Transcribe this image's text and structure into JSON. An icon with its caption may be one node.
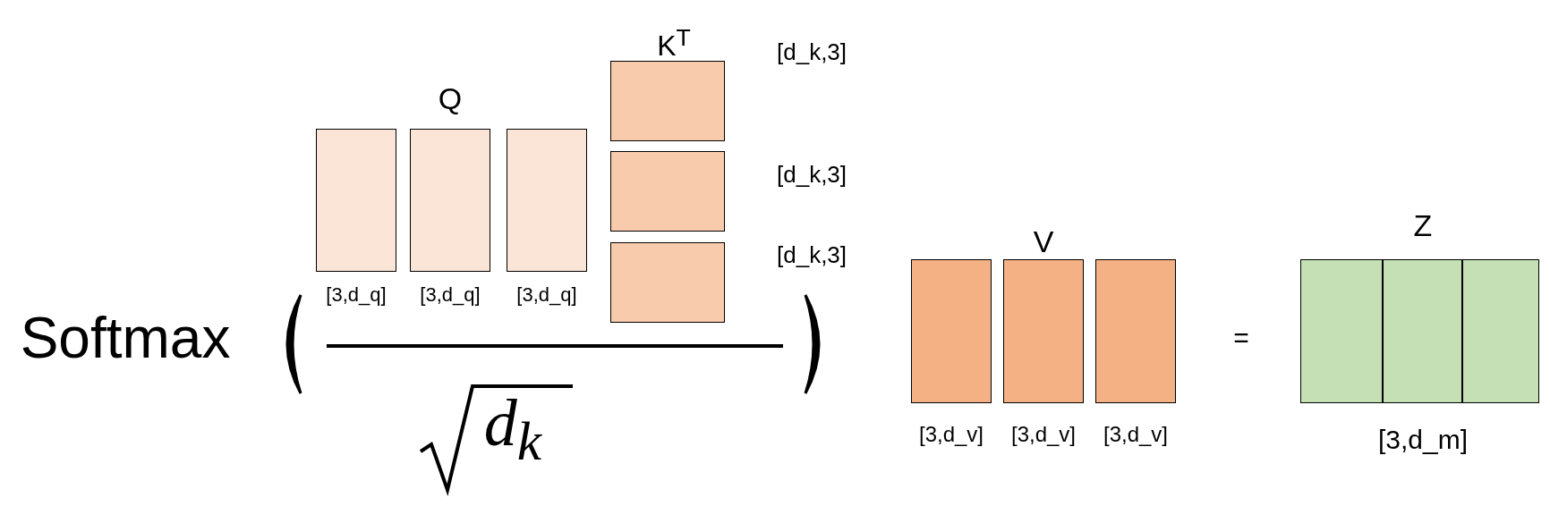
{
  "diagram": {
    "nodes": [
      {
        "text": [],
        "shape": "box",
        "beside": [
          "[3,d_q]"
        ]
      },
      {
        "text": [],
        "shape": "box",
        "beside": [
          "[3,d_q]"
        ]
      },
      {
        "text": [],
        "shape": "box",
        "beside": [
          "[3,d_q]"
        ]
      },
      {
        "text": [],
        "shape": "box",
        "beside": [
          "[d_k,3]"
        ]
      },
      {
        "text": [],
        "shape": "box",
        "beside": [
          "[d_k,3]"
        ]
      },
      {
        "text": [],
        "shape": "box",
        "beside": [
          "[d_k,3]"
        ]
      },
      {
        "text": [],
        "shape": "box",
        "beside": [
          "[3,d_v]"
        ]
      },
      {
        "text": [],
        "shape": "box",
        "beside": [
          "[3,d_v]"
        ]
      },
      {
        "text": [],
        "shape": "box",
        "beside": [
          "[3,d_v]"
        ]
      },
      {
        "text": [],
        "shape": "box",
        "beside": [
          "[3,d_m]"
        ]
      }
    ],
    "edges": [],
    "labels": [
      "K$^{T}$",
      "Q",
      "Z",
      "V",
      "Softmax",
      "=",
      "d$_{k}$"
    ]
  }
}
